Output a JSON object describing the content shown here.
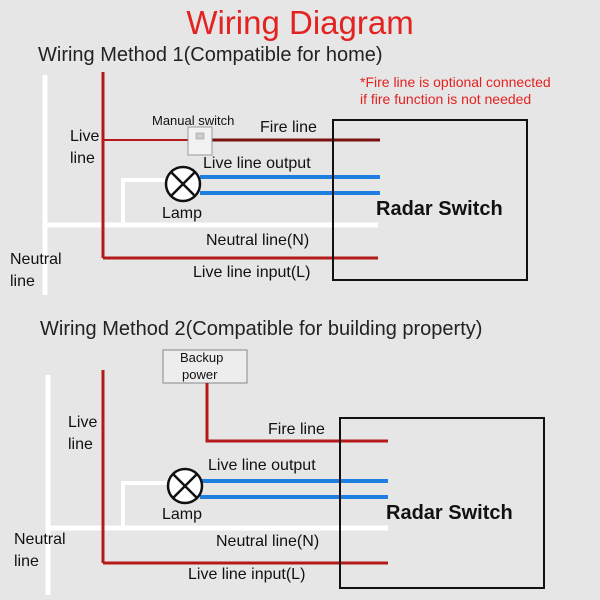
{
  "title": "Wiring Diagram",
  "method1": {
    "heading": "Wiring Method 1(Compatible for home)",
    "note_line1": "*Fire line is optional connected",
    "note_line2": "if fire function is not needed",
    "manual_switch": "Manual switch",
    "live_line_1": "Live",
    "live_line_2": "line",
    "neutral_line_1": "Neutral",
    "neutral_line_2": "line",
    "lamp": "Lamp",
    "fire_line": "Fire line",
    "live_line_output": "Live line output",
    "neutral_line_n": "Neutral line(N)",
    "live_line_input": "Live line input(L)",
    "radar_switch": "Radar Switch"
  },
  "method2": {
    "heading": "Wiring Method 2(Compatible for building property)",
    "backup_1": "Backup",
    "backup_2": "power",
    "live_line_1": "Live",
    "live_line_2": "line",
    "neutral_line_1": "Neutral",
    "neutral_line_2": "line",
    "lamp": "Lamp",
    "fire_line": "Fire line",
    "live_line_output": "Live line output",
    "neutral_line_n": "Neutral line(N)",
    "live_line_input": "Live line input(L)",
    "radar_switch": "Radar Switch"
  },
  "colors": {
    "live": "#b51a1a",
    "fire": "#7a1010",
    "output": "#1e7fe0",
    "neutral": "#ffffff",
    "title": "#e32222",
    "box": "#111111"
  }
}
